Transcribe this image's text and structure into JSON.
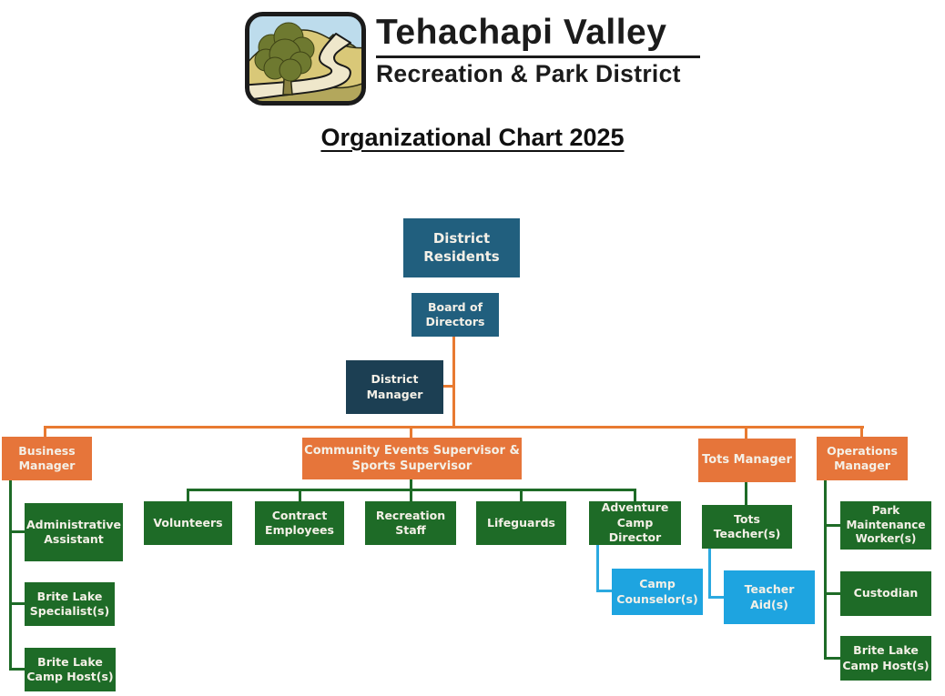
{
  "header": {
    "logo_icon": "landscape-tree-road-logo",
    "org_name_line1": "Tehachapi Valley",
    "org_name_line2": "Recreation & Park District",
    "title": "Organizational Chart 2025"
  },
  "colors": {
    "teal": "#215F7E",
    "navy": "#1C3F53",
    "orange": "#E6753A",
    "green": "#1E6B27",
    "blue": "#1EA4E0",
    "node_text": "#F4F0E7",
    "orange_line": "#E87A31",
    "green_line": "#1E6B27",
    "blue_line": "#2BA9E0"
  },
  "org_nodes": [
    {
      "id": "district-residents",
      "label": "District\nResidents",
      "color": "teal"
    },
    {
      "id": "board-of-directors",
      "label": "Board of\nDirectors",
      "color": "teal"
    },
    {
      "id": "district-manager",
      "label": "District\nManager",
      "color": "navy"
    },
    {
      "id": "business-manager",
      "label": "Business\nManager",
      "color": "orange"
    },
    {
      "id": "community-events-supervisor",
      "label": "Community Events Supervisor &\nSports Supervisor",
      "color": "orange"
    },
    {
      "id": "tots-manager",
      "label": "Tots Manager",
      "color": "orange"
    },
    {
      "id": "operations-manager",
      "label": "Operations\nManager",
      "color": "orange"
    },
    {
      "id": "administrative-assistant",
      "label": "Administrative\nAssistant",
      "color": "green"
    },
    {
      "id": "brite-lake-specialists",
      "label": "Brite Lake\nSpecialist(s)",
      "color": "green"
    },
    {
      "id": "brite-lake-camp-hosts-left",
      "label": "Brite Lake\nCamp Host(s)",
      "color": "green"
    },
    {
      "id": "volunteers",
      "label": "Volunteers",
      "color": "green"
    },
    {
      "id": "contract-employees",
      "label": "Contract\nEmployees",
      "color": "green"
    },
    {
      "id": "recreation-staff",
      "label": "Recreation\nStaff",
      "color": "green"
    },
    {
      "id": "lifeguards",
      "label": "Lifeguards",
      "color": "green"
    },
    {
      "id": "adventure-camp-director",
      "label": "Adventure\nCamp Director",
      "color": "green"
    },
    {
      "id": "camp-counselors",
      "label": "Camp\nCounselor(s)",
      "color": "blue"
    },
    {
      "id": "tots-teachers",
      "label": "Tots\nTeacher(s)",
      "color": "green"
    },
    {
      "id": "teacher-aids",
      "label": "Teacher\nAid(s)",
      "color": "blue"
    },
    {
      "id": "park-maintenance-workers",
      "label": "Park\nMaintenance\nWorker(s)",
      "color": "green"
    },
    {
      "id": "custodian",
      "label": "Custodian",
      "color": "green"
    },
    {
      "id": "brite-lake-camp-hosts-right",
      "label": "Brite Lake\nCamp Host(s)",
      "color": "green"
    }
  ]
}
